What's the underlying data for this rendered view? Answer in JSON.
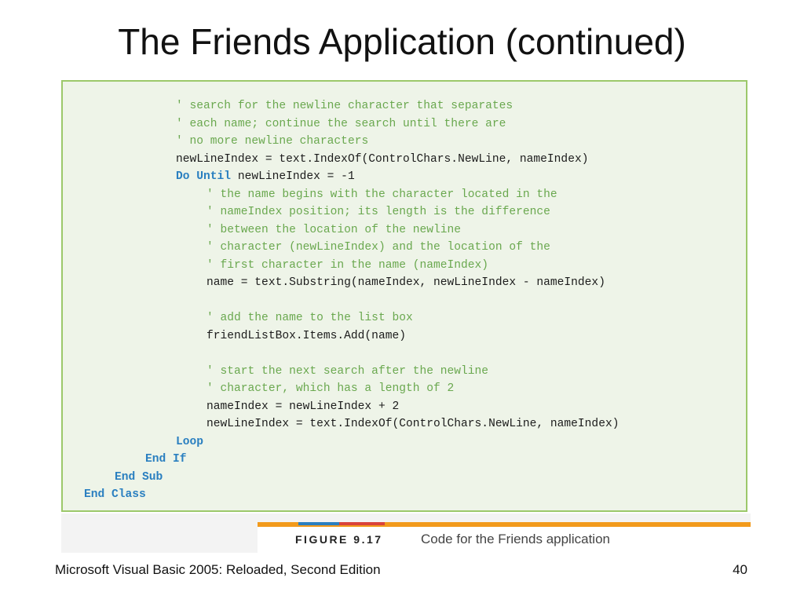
{
  "slide": {
    "title": "The Friends Application (continued)",
    "footer_text": "Microsoft Visual Basic 2005: Reloaded, Second Edition",
    "page_number": "40"
  },
  "code": {
    "lines": [
      {
        "indent": 3,
        "segments": [
          {
            "type": "comment",
            "text": "' search for the newline character that separates"
          }
        ]
      },
      {
        "indent": 3,
        "segments": [
          {
            "type": "comment",
            "text": "' each name; continue the search until there are"
          }
        ]
      },
      {
        "indent": 3,
        "segments": [
          {
            "type": "comment",
            "text": "' no more newline characters"
          }
        ]
      },
      {
        "indent": 3,
        "segments": [
          {
            "type": "plain",
            "text": "newLineIndex = text.IndexOf(ControlChars.NewLine, nameIndex)"
          }
        ]
      },
      {
        "indent": 3,
        "segments": [
          {
            "type": "keyword",
            "text": "Do Until"
          },
          {
            "type": "plain",
            "text": " newLineIndex = -1"
          }
        ]
      },
      {
        "indent": 4,
        "segments": [
          {
            "type": "comment",
            "text": "' the name begins with the character located in the"
          }
        ]
      },
      {
        "indent": 4,
        "segments": [
          {
            "type": "comment",
            "text": "' nameIndex position; its length is the difference"
          }
        ]
      },
      {
        "indent": 4,
        "segments": [
          {
            "type": "comment",
            "text": "' between the location of the newline"
          }
        ]
      },
      {
        "indent": 4,
        "segments": [
          {
            "type": "comment",
            "text": "' character (newLineIndex) and the location of the"
          }
        ]
      },
      {
        "indent": 4,
        "segments": [
          {
            "type": "comment",
            "text": "' first character in the name (nameIndex)"
          }
        ]
      },
      {
        "indent": 4,
        "segments": [
          {
            "type": "plain",
            "text": "name = text.Substring(nameIndex, newLineIndex - nameIndex)"
          }
        ]
      },
      {
        "indent": 0,
        "segments": []
      },
      {
        "indent": 4,
        "segments": [
          {
            "type": "comment",
            "text": "' add the name to the list box"
          }
        ]
      },
      {
        "indent": 4,
        "segments": [
          {
            "type": "plain",
            "text": "friendListBox.Items.Add(name)"
          }
        ]
      },
      {
        "indent": 0,
        "segments": []
      },
      {
        "indent": 4,
        "segments": [
          {
            "type": "comment",
            "text": "' start the next search after the newline"
          }
        ]
      },
      {
        "indent": 4,
        "segments": [
          {
            "type": "comment",
            "text": "' character, which has a length of 2"
          }
        ]
      },
      {
        "indent": 4,
        "segments": [
          {
            "type": "plain",
            "text": "nameIndex = newLineIndex + 2"
          }
        ]
      },
      {
        "indent": 4,
        "segments": [
          {
            "type": "plain",
            "text": "newLineIndex = text.IndexOf(ControlChars.NewLine, nameIndex)"
          }
        ]
      },
      {
        "indent": 3,
        "segments": [
          {
            "type": "keyword",
            "text": "Loop"
          }
        ]
      },
      {
        "indent": 2,
        "segments": [
          {
            "type": "keyword",
            "text": "End If"
          }
        ]
      },
      {
        "indent": 1,
        "segments": [
          {
            "type": "keyword",
            "text": "End Sub"
          }
        ]
      },
      {
        "indent": 0,
        "segments": [
          {
            "type": "keyword",
            "text": "End Class"
          }
        ]
      }
    ]
  },
  "figure": {
    "label": "FIGURE 9.17",
    "caption": "Code for the Friends application"
  },
  "colors": {
    "code_background": "#eef4e8",
    "code_border": "#9cc86a",
    "comment": "#6aa84f",
    "keyword": "#2a7fc0",
    "caption_bar": "#f29a1c",
    "caption_stripes": [
      "#2a7fc0",
      "#d9433b",
      "#f29a1c",
      "#7a4a9a"
    ]
  }
}
